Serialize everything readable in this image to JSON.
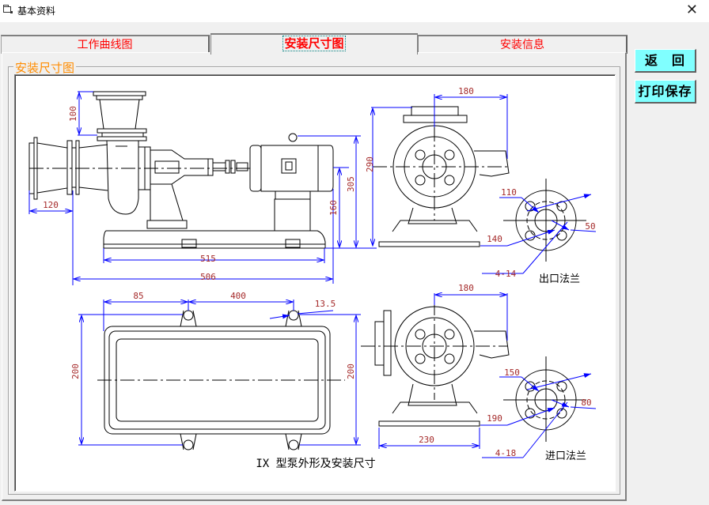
{
  "window": {
    "title": "基本资料",
    "close_icon": "close-icon",
    "app_icon": "window-icon"
  },
  "tabs": [
    {
      "label": "工作曲线图",
      "active": false
    },
    {
      "label": "安装尺寸图",
      "active": true
    },
    {
      "label": "安装信息",
      "active": false
    }
  ],
  "group": {
    "label": "安装尺寸图"
  },
  "buttons": {
    "back": "返　回",
    "print_save": "打印保存"
  },
  "drawing": {
    "caption": "IX 型泵外形及安装尺寸",
    "side_view_dims": {
      "d100": "100",
      "d120": "120",
      "d515": "515",
      "d506": "506",
      "d160": "160",
      "d305": "305",
      "d290": "290"
    },
    "outlet_view_dims": {
      "d180": "180"
    },
    "outlet_flange": {
      "title": "出口法兰",
      "d110": "110",
      "d140": "140",
      "d50": "50",
      "holes": "4-14"
    },
    "base_plan_dims": {
      "d85": "85",
      "d400": "400",
      "d13_5": "13.5",
      "d200_left": "200",
      "d200_right": "200"
    },
    "inlet_view_dims": {
      "d180": "180",
      "d230": "230"
    },
    "inlet_flange": {
      "title": "进口法兰",
      "d150": "150",
      "d190": "190",
      "d80": "80",
      "holes": "4-18"
    },
    "colors": {
      "dimension": "#0000ff",
      "dim_text": "#a52a2a",
      "outline": "#000000"
    }
  }
}
